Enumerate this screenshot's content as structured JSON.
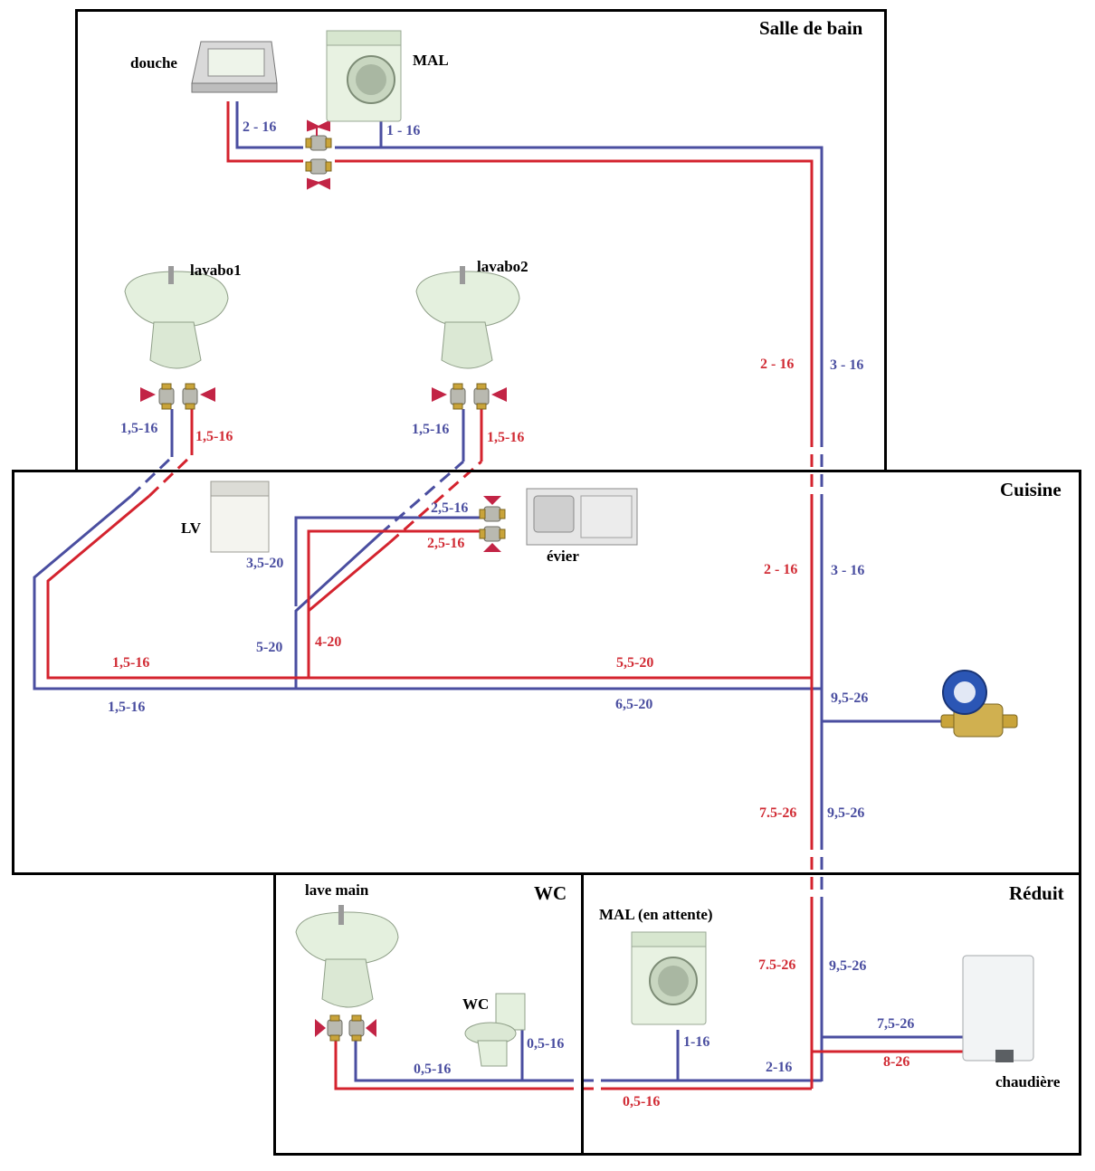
{
  "colors": {
    "cold": "#4a4ea0",
    "hot": "#d4232e",
    "wall": "#000000",
    "valve_handle": "#c22445"
  },
  "rooms": {
    "salle_de_bain": "Salle de bain",
    "cuisine": "Cuisine",
    "wc": "WC",
    "reduit": "Réduit"
  },
  "fixtures": {
    "douche": "douche",
    "mal": "MAL",
    "lavabo1": "lavabo1",
    "lavabo2": "lavabo2",
    "lv": "LV",
    "evier": "évier",
    "lave_main": "lave main",
    "wc": "WC",
    "mal_attente": "MAL (en attente)",
    "chaudiere": "chaudière"
  },
  "icons": [
    "shower-tray-icon",
    "washing-machine-icon",
    "washbasin-icon",
    "dishwasher-icon",
    "sink-icon",
    "toilet-icon",
    "water-meter-icon",
    "boiler-icon",
    "ball-valve-icon"
  ],
  "pipes": {
    "douche_cold": "2 - 16",
    "mal_cold": "1 - 16",
    "sdb_riser_hot": "2 - 16",
    "sdb_riser_cold": "3 - 16",
    "lavabo1_cold": "1,5-16",
    "lavabo1_hot": "1,5-16",
    "lavabo2_cold": "1,5-16",
    "lavabo2_hot": "1,5-16",
    "evier_cold": "2,5-16",
    "evier_hot": "2,5-16",
    "lv_cold": "3,5-20",
    "cuisine_riser_hot": "2 - 16",
    "cuisine_riser_cold": "3 - 16",
    "branch_cold_mid": "5-20",
    "branch_hot_mid": "4-20",
    "main_hot_left": "1,5-16",
    "main_hot_right": "5,5-20",
    "main_cold_left": "1,5-16",
    "main_cold_right": "6,5-20",
    "meter_out": "9,5-26",
    "lower_hot": "7.5-26",
    "lower_cold": "9,5-26",
    "reduit_hot": "7.5-26",
    "reduit_cold": "9,5-26",
    "boiler_cold": "7,5-26",
    "boiler_hot": "8-26",
    "mal_attente_cold": "1-16",
    "reduit_cold_return": "2-16",
    "wc_cold": "0,5-16",
    "lave_main_cold": "0,5-16",
    "bottom_hot": "0,5-16"
  }
}
